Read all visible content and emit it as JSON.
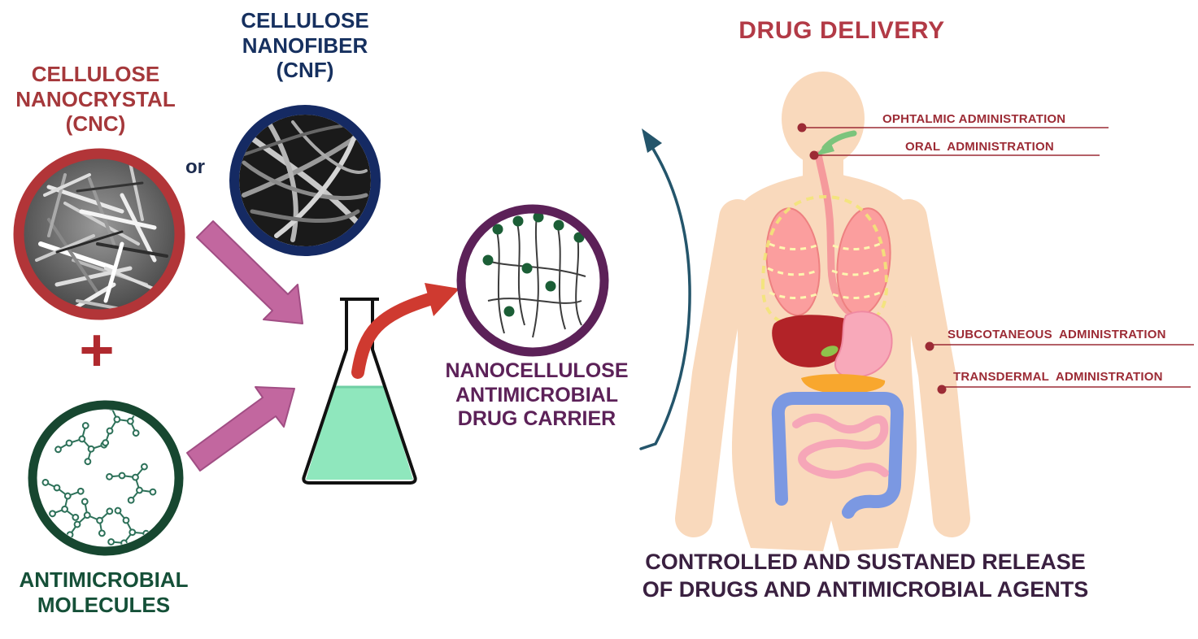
{
  "colors": {
    "cnc_red": "#b23538",
    "cnf_navy": "#152a63",
    "antimicrobial_green": "#174730",
    "carrier_purple": "#5c2158",
    "arrow_magenta": "#c2679f",
    "arrow_red": "#cf3a30",
    "flask_liquid_green": "#8fe7bd",
    "skin": "#f9d9bc",
    "label_dark_red": "#9c2b35",
    "caption_dark_purple": "#3a2040",
    "bracket_teal": "#24556b"
  },
  "scheme": {
    "cnc_label": "CELLULOSE\nNANOCRYSTAL\n(CNC)",
    "or_label": "or",
    "cnf_label": "CELLULOSE\nNANOFIBER\n(CNF)",
    "plus_sign": "+",
    "antimicrobial_label": "ANTIMICROBIAL\nMOLECULES",
    "carrier_label": "NANOCELLULOSE\nANTIMICROBIAL\nDRUG CARRIER"
  },
  "drug_delivery": {
    "title": "DRUG DELIVERY",
    "administrations": [
      {
        "label": "OPHTALMIC ADMINISTRATION"
      },
      {
        "label": "ORAL  ADMINISTRATION"
      },
      {
        "label": "SUBCOTANEOUS  ADMINISTRATION"
      },
      {
        "label": "TRANSDERMAL  ADMINISTRATION"
      }
    ],
    "caption": "CONTROLLED AND SUSTANED RELEASE\nOF DRUGS AND ANTIMICROBIAL AGENTS"
  }
}
